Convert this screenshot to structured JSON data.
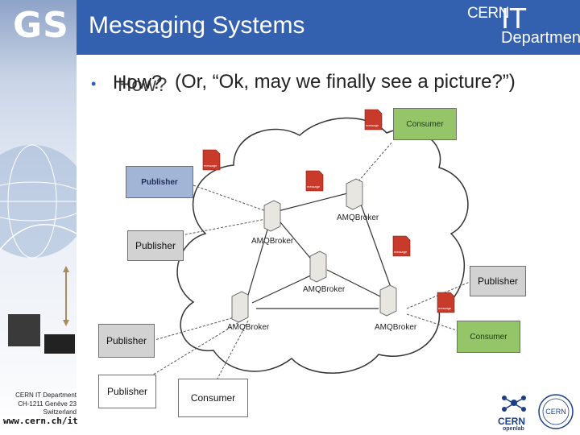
{
  "header": {
    "logo": "GS",
    "title": "Messaging Systems",
    "cern_logo": {
      "top": "CERN",
      "big": "IT",
      "sub": "Department"
    },
    "accent": "#3460b0"
  },
  "slide": {
    "bullet": "•",
    "how": "How?",
    "subtitle": "(Or, “Ok, may we finally see a picture?”)"
  },
  "diagram": {
    "publishers": [
      "Publisher",
      "Publisher",
      "Publisher",
      "Publisher",
      "Publisher"
    ],
    "consumers": [
      "Consumer",
      "Consumer",
      "Consumer"
    ],
    "brokers": [
      "AMQBroker",
      "AMQBroker",
      "AMQBroker",
      "AMQBroker",
      "AMQBroker"
    ],
    "message_label": "message",
    "colors": {
      "publisher_blue": "#a3b5d6",
      "consumer_green": "#94c569",
      "message_red": "#c83a2a"
    }
  },
  "footer": {
    "dept": "CERN IT Department",
    "address": "CH-1211 Genève 23",
    "country": "Switzerland",
    "url": "www.cern.ch/it",
    "openlab": "CERN",
    "openlab_sub": "openlab",
    "badge": "CERN"
  }
}
